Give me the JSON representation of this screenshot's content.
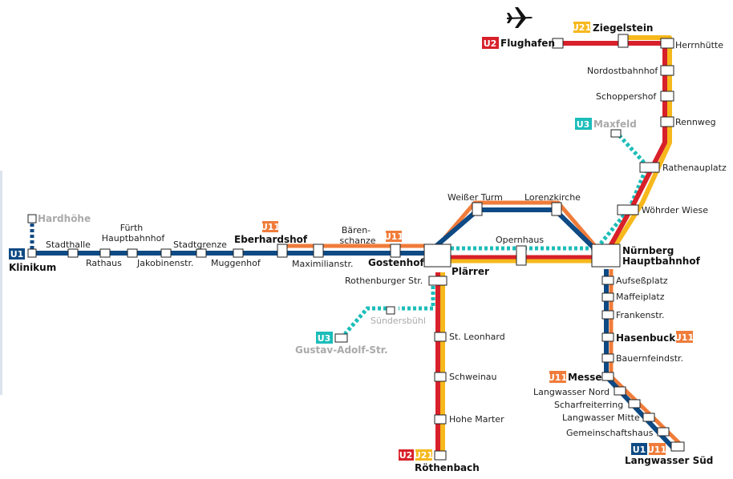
{
  "lines": {
    "u1": {
      "badge": "U1",
      "color": "#0e4a84"
    },
    "u11": {
      "badge": "U11",
      "color": "#f07c3a"
    },
    "u2": {
      "badge": "U2",
      "color": "#d8202a"
    },
    "u21": {
      "badge": "U21",
      "color": "#f6b81c"
    },
    "u3": {
      "badge": "U3",
      "color": "#1bbdb9"
    }
  },
  "stations": {
    "klinikum": "Klinikum",
    "hardhoehe": "Hardhöhe",
    "stadthalle": "Stadthalle",
    "rathaus": "Rathaus",
    "fuerth_hbf_1": "Fürth",
    "fuerth_hbf_2": "Hauptbahnhof",
    "jakobinenstr": "Jakobinenstr.",
    "stadtgrenze": "Stadtgrenze",
    "muggenhof": "Muggenhof",
    "eberhardshof": "Eberhardshof",
    "maximilianstr": "Maximilianstr.",
    "baerenschanze_1": "Bären-",
    "baerenschanze_2": "schanze",
    "gostenhof": "Gostenhof",
    "plaerrer": "Plärrer",
    "weisser_turm": "Weißer Turm",
    "lorenzkirche": "Lorenzkirche",
    "opernhaus": "Opernhaus",
    "hbf_1": "Nürnberg",
    "hbf_2": "Hauptbahnhof",
    "rothenburger": "Rothenburger Str.",
    "suendersbuehl": "Sündersbühl",
    "gustav_adolf": "Gustav-Adolf-Str.",
    "st_leonhard": "St. Leonhard",
    "schweinau": "Schweinau",
    "hohe_marter": "Hohe Marter",
    "roethenbach": "Röthenbach",
    "flughafen": "Flughafen",
    "ziegelstein": "Ziegelstein",
    "herrnhuette": "Herrnhütte",
    "nordostbahnhof": "Nordostbahnhof",
    "schoppershof": "Schoppershof",
    "rennweg": "Rennweg",
    "maxfeld": "Maxfeld",
    "rathenauplatz": "Rathenauplatz",
    "woehrder_wiese": "Wöhrder Wiese",
    "aufsessplatz": "Aufseßplatz",
    "maffeiplatz": "Maffeiplatz",
    "frankenstr": "Frankenstr.",
    "hasenbuck": "Hasenbuck",
    "bauernfeindstr": "Bauernfeindstr.",
    "messe": "Messe",
    "langwasser_nord": "Langwasser Nord",
    "scharfreiterring": "Scharfreiterring",
    "langwasser_mitte": "Langwasser Mitte",
    "gemeinschaftshaus": "Gemeinschaftshaus",
    "langwasser_sued": "Langwasser Süd"
  },
  "icons": {
    "airport": "airplane-icon"
  }
}
